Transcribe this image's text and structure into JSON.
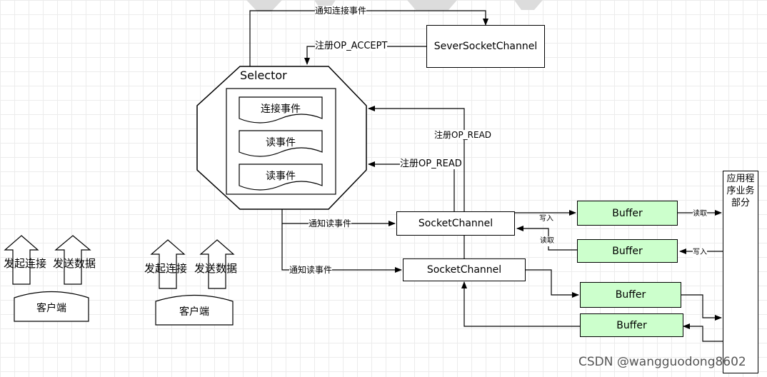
{
  "selector": {
    "title": "Selector",
    "events": [
      "连接事件",
      "读事件",
      "读事件"
    ]
  },
  "server_channel": "SeverSocketChannel",
  "socket_channels": [
    "SocketChannel",
    "SocketChannel"
  ],
  "buffers": [
    "Buffer",
    "Buffer",
    "Buffer",
    "Buffer"
  ],
  "app_box": "应用程序业务部分",
  "labels": {
    "notify_connect": "通知连接事件",
    "register_accept": "注册OP_ACCEPT",
    "register_read_1": "注册OP_READ",
    "register_read_2": "注册OP_READ",
    "notify_read_1": "通知读事件",
    "notify_read_2": "通知读事件",
    "write_1": "写入",
    "read_1": "读取",
    "read_2": "读取",
    "write_2": "写入"
  },
  "clients": [
    {
      "connect": "发起连接",
      "send": "发送数据",
      "name": "客户端"
    },
    {
      "connect": "发起连接",
      "send": "发送数据",
      "name": "客户端"
    }
  ],
  "watermark": "CSDN @wangguodong8602"
}
